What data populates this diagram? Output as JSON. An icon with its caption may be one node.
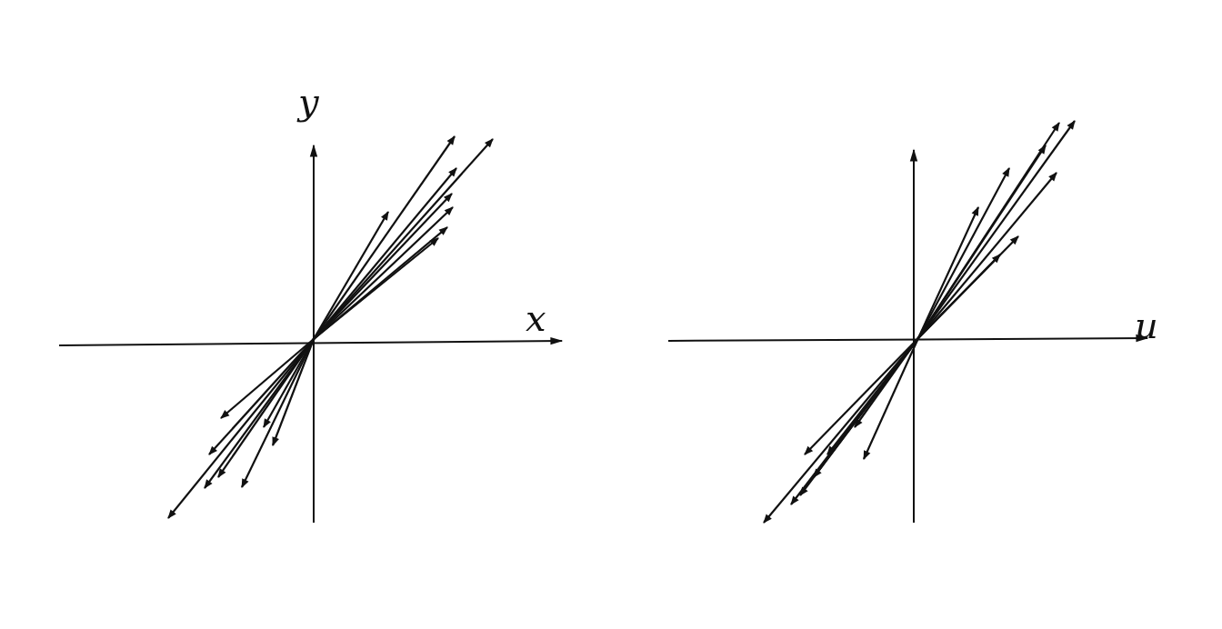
{
  "diagram": {
    "labels": [
      "y",
      "x",
      "u"
    ]
  }
}
